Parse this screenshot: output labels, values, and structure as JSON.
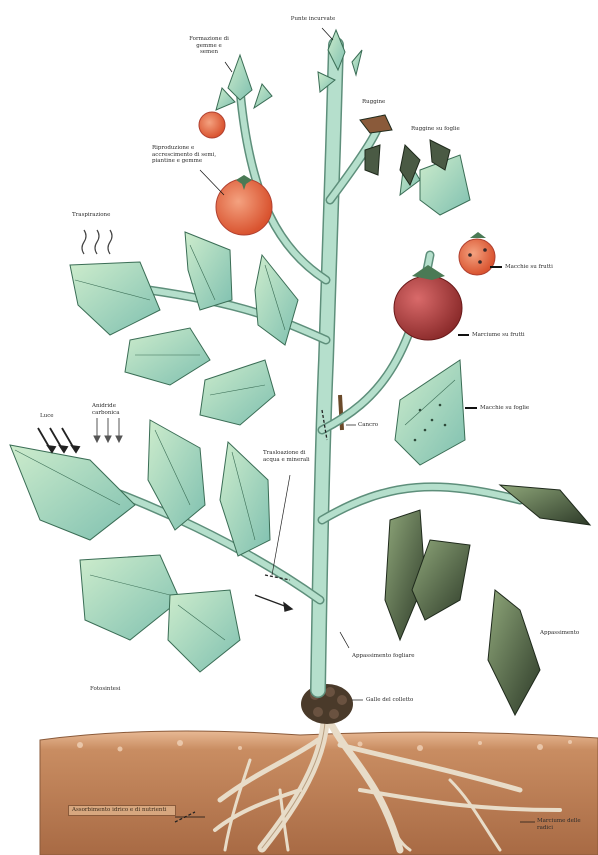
{
  "labels": {
    "apical_tip": "Punte incurvate",
    "flower_abort": "Formazione di\ngemme e\nsemen",
    "reproduction": "Riproduzione e\naccrescimento di semi,\npiantine e gemme",
    "perspiration": "Traspirazione",
    "rust": "Ruggine",
    "leaf_rust": "Ruggine su foglie",
    "fruit_spots": "Macchie su frutti",
    "fruit_rot": "Marciume su frutti",
    "light": "Luce",
    "co2": "Anidride\ncarbonica",
    "water_transport": "Trasloazione di\nacqua e minerali",
    "stem_canker": "Cancro",
    "leaf_spots": "Macchie su foglie",
    "wilting": "Appassimento",
    "leaf_wilting": "Appassimento fogliare",
    "photosynthesis": "Fotosintesi",
    "root_gall": "Galle del colletto",
    "root_absorption": "Assorbimento idrico\ne di nutrienti",
    "root_rot": "Marciume delle\nradici"
  },
  "colors": {
    "leaf_fill": "#a8d9b5",
    "leaf_stroke": "#3a6d55",
    "stem": "#a8d7c2",
    "fruit": "#e8704a",
    "soil": "#b97a52",
    "wilted": "#3a4a32"
  }
}
